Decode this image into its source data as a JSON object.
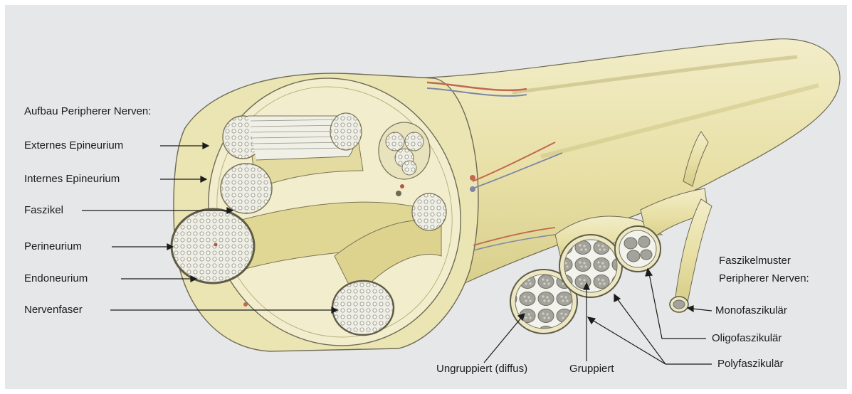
{
  "left_labels": {
    "heading": "Aufbau Peripherer Nerven:",
    "items": [
      "Externes Epineurium",
      "Internes Epineurium",
      "Faszikel",
      "Perineurium",
      "Endoneurium",
      "Nervenfaser"
    ]
  },
  "right_labels": {
    "heading_line1": "Faszikelmuster",
    "heading_line2": "Peripherer Nerven:",
    "monofascicular": "Monofaszikulär",
    "oligofascicular": "Oligofaszikulär",
    "polyfascicular": "Polyfaszikulär",
    "grouped": "Gruppiert",
    "ungrouped": "Ungruppiert (diffus)"
  },
  "colors": {
    "background": "#e6e7e8",
    "nerve_fill": "#efeac2",
    "nerve_shade": "#d8d08a",
    "outline": "#6e6a55",
    "vessel_red": "#c2684f",
    "vessel_blue": "#7f86a6",
    "label_text": "#1b1b1b",
    "leader_line": "#1b1b1b"
  }
}
